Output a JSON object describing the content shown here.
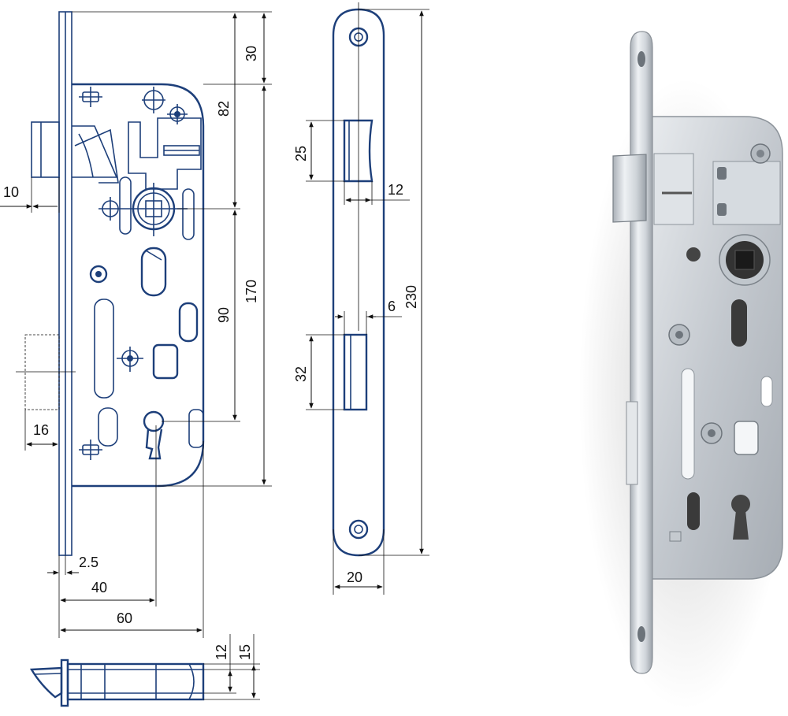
{
  "diagram": {
    "title": "",
    "front_view": {
      "dims": {
        "backset_faceplate": "10",
        "latch_height": "16",
        "faceplate_thickness": "2.5",
        "backset_spindle": "40",
        "case_depth": "60",
        "top_offset": "30",
        "spindle_from_top": "82",
        "spindle_to_key": "90",
        "case_height": "170"
      }
    },
    "faceplate_view": {
      "dims": {
        "latch_opening": "25",
        "latch_width": "12",
        "bolt_width": "6",
        "bolt_opening": "32",
        "faceplate_length": "230",
        "faceplate_width": "20"
      }
    },
    "bottom_view": {
      "dims": {
        "inner_thickness": "12",
        "outer_thickness": "15"
      }
    },
    "photo": {
      "description": "photo of mortise lock body"
    },
    "colors": {
      "line": "#1d3f7a",
      "dimension": "#111111",
      "steel": "#c9ced4"
    }
  }
}
